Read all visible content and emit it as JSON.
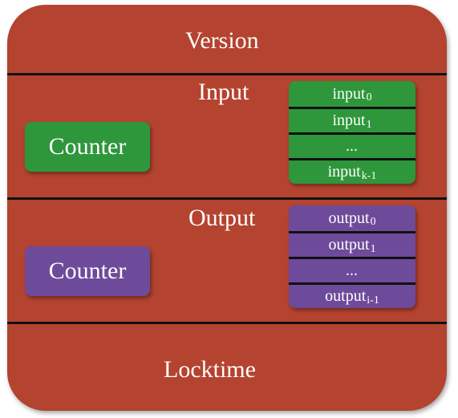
{
  "header": {
    "title": "Version"
  },
  "input_section": {
    "label": "Input",
    "counter_label": "Counter",
    "rows": [
      {
        "base": "input",
        "sub": "0"
      },
      {
        "base": "input",
        "sub": "1"
      },
      {
        "base": "...",
        "sub": ""
      },
      {
        "base": "input",
        "sub": "k-1"
      }
    ]
  },
  "output_section": {
    "label": "Output",
    "counter_label": "Counter",
    "rows": [
      {
        "base": "output",
        "sub": "0"
      },
      {
        "base": "output",
        "sub": "1"
      },
      {
        "base": "...",
        "sub": ""
      },
      {
        "base": "output",
        "sub": "i-1"
      }
    ]
  },
  "footer": {
    "title": "Locktime"
  },
  "colors": {
    "background": "#b4432f",
    "input_green": "#2e963b",
    "output_purple": "#6e4a9b",
    "divider": "#111111"
  }
}
